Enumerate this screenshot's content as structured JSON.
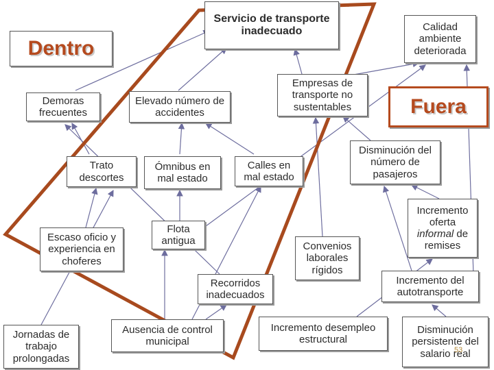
{
  "nodes": {
    "servicio": "Servicio de transporte inadecuado",
    "calidad": "Calidad ambiente deteriorada",
    "dentro": "Dentro",
    "fuera": "Fuera",
    "demoras": "Demoras frecuentes",
    "elevado": "Elevado número de accidentes",
    "empresas": "Empresas de transporte no sustentables",
    "trato": "Trato descortes",
    "omnibus": "Ómnibus en mal estado",
    "calles": "Calles en mal estado",
    "disminucion_pasajeros": "Disminución del número de pasajeros",
    "escaso": "Escaso oficio y experiencia en choferes",
    "flota": "Flota antigua",
    "convenios": "Convenios laborales rígidos",
    "oferta_pre": "Incremento oferta",
    "oferta_informal": "informal",
    "oferta_post": "de remises",
    "recorridos": "Recorridos inadecuados",
    "autotransporte": "Incremento del autotransporte",
    "jornadas": "Jornadas de trabajo prolongadas",
    "ausencia": "Ausencia de control municipal",
    "desempleo": "Incremento desempleo estructural",
    "salario": "Disminución persistente del salario real"
  },
  "page_number": "53",
  "colors": {
    "accent": "#b54a1e",
    "box_border": "#555555",
    "arrow": "#6d6d9e"
  }
}
